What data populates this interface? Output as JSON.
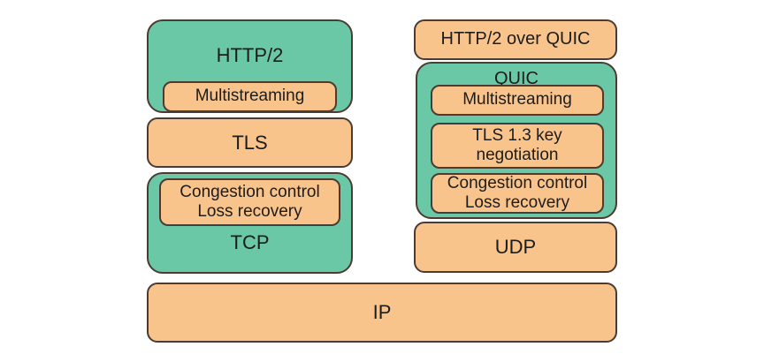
{
  "diagram": {
    "title": "HTTP/2 over TCP versus HTTP/2 over QUIC protocol stack",
    "colors": {
      "green": "#6bc8a6",
      "orange": "#f9c48c",
      "stroke": "#4a3b33",
      "background": "#ffffff",
      "text": "#1c1c1c"
    },
    "left_stack": {
      "http2": {
        "label": "HTTP/2",
        "multistreaming": "Multistreaming"
      },
      "tls": {
        "label": "TLS"
      },
      "tcp": {
        "label": "TCP",
        "congestion": "Congestion control\nLoss recovery"
      }
    },
    "right_stack": {
      "http2_over_quic": {
        "label": "HTTP/2 over QUIC"
      },
      "quic": {
        "label": "QUIC",
        "multistreaming": "Multistreaming",
        "tls_key_negotiation": "TLS 1.3 key\nnegotiation",
        "congestion": "Congestion control\nLoss recovery"
      },
      "udp": {
        "label": "UDP"
      }
    },
    "shared": {
      "ip": {
        "label": "IP"
      }
    }
  }
}
